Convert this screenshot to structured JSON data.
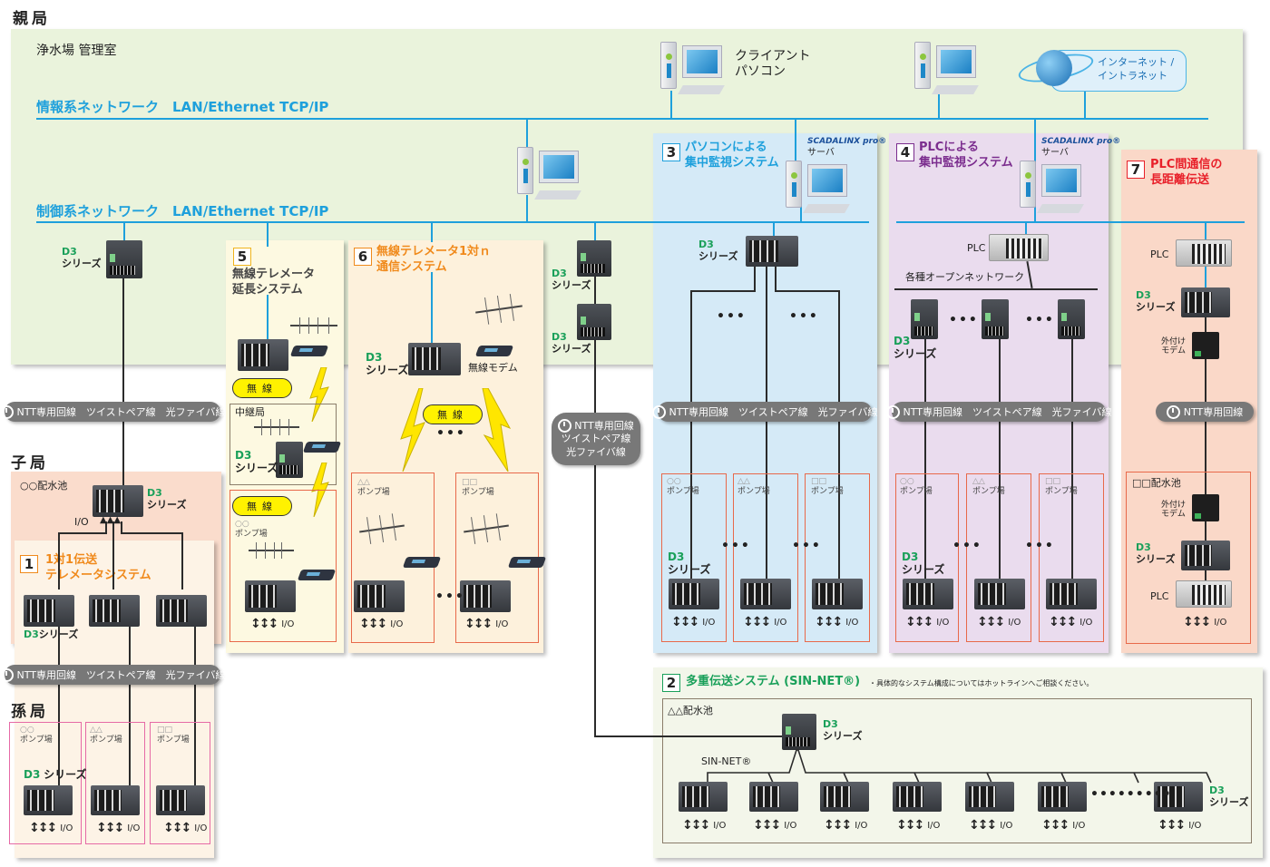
{
  "tiers": {
    "parent_station": "親局",
    "child_station": "子局",
    "grandchild_station": "孫局"
  },
  "main_room": {
    "label": "浄水場 管理室",
    "client_pc_label": [
      "クライアント",
      "パソコン"
    ],
    "internet_label": [
      "インターネット /",
      "イントラネット"
    ],
    "info_network": "情報系ネットワーク　LAN/Ethernet TCP/IP",
    "control_network": "制御系ネットワーク　LAN/Ethernet TCP/IP"
  },
  "common": {
    "d3": "D3",
    "series": "シリーズ",
    "d3_series_inline": "D3シリーズ",
    "io": "I/O",
    "plc": "PLC",
    "wireless": "無線",
    "ext_modem": [
      "外付け",
      "モデム"
    ],
    "scadalinx": "SCADALINX pro®",
    "server": "サーバ",
    "pump_station": "ポンプ場",
    "dots": "•••",
    "line_types": "NTT専用回線　ツイストペア線　光ファイバ線",
    "line_types_stacked": [
      "NTT専用回線",
      "ツイストペア線",
      "光ファイバ線"
    ],
    "ntt_only": "NTT専用回線"
  },
  "site_symbols": [
    "○○",
    "△△",
    "□□"
  ],
  "systems": [
    {
      "number": "1",
      "title": [
        "1対1伝送",
        "テレメータシステム"
      ],
      "color": "#f08a1c",
      "reservoir": "○○配水池"
    },
    {
      "number": "2",
      "title": "多重伝送システム (SIN-NET®)",
      "note": "・具体的なシステム構成についてはホットラインへご相談ください。",
      "color": "#1aa05a",
      "reservoir": "△△配水池",
      "bus_label": "SIN-NET®",
      "node_count_shown": 7
    },
    {
      "number": "3",
      "title": [
        "パソコンによる",
        "集中監視システム"
      ],
      "color": "#1ea0dc"
    },
    {
      "number": "4",
      "title": [
        "PLCによる",
        "集中監視システム"
      ],
      "color": "#7b2d8e",
      "open_network": "各種オープンネットワーク"
    },
    {
      "number": "5",
      "title": [
        "無線テレメータ",
        "延長システム"
      ],
      "color": "#444444",
      "relay": "中継局"
    },
    {
      "number": "6",
      "title": [
        "無線テレメータ1対ｎ",
        "通信システム"
      ],
      "color": "#f08a1c",
      "radio_modem": "無線モデム"
    },
    {
      "number": "7",
      "title": [
        "PLC間通信の",
        "長距離伝送"
      ],
      "color": "#e8202a",
      "reservoir": "□□配水池"
    }
  ]
}
